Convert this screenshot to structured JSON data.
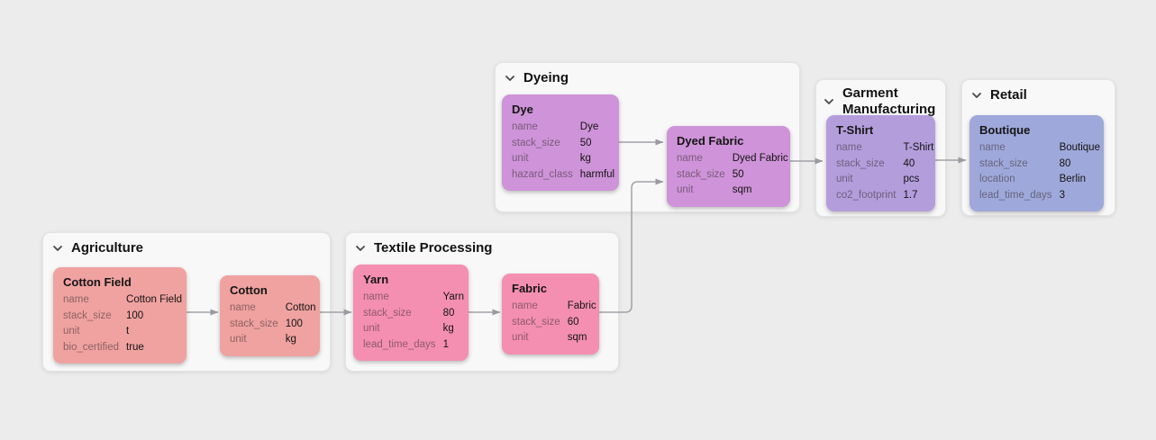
{
  "canvas": {
    "background": "#ececec",
    "edge_color": "#a1a1a7",
    "group_background": "#f8f8f8"
  },
  "groups": [
    {
      "title": "Agriculture"
    },
    {
      "title": "Textile Processing"
    },
    {
      "title": "Dyeing"
    },
    {
      "title": "Garment Manufacturing"
    },
    {
      "title": "Retail"
    }
  ],
  "nodes": [
    {
      "title": "Cotton Field",
      "color": "#efa2a0",
      "attributes": [
        {
          "key": "name",
          "value": "Cotton Field"
        },
        {
          "key": "stack_size",
          "value": "100"
        },
        {
          "key": "unit",
          "value": "t"
        },
        {
          "key": "bio_certified",
          "value": "true"
        }
      ]
    },
    {
      "title": "Cotton",
      "color": "#efa2a0",
      "attributes": [
        {
          "key": "name",
          "value": "Cotton"
        },
        {
          "key": "stack_size",
          "value": "100"
        },
        {
          "key": "unit",
          "value": "kg"
        }
      ]
    },
    {
      "title": "Yarn",
      "color": "#f48fb1",
      "attributes": [
        {
          "key": "name",
          "value": "Yarn"
        },
        {
          "key": "stack_size",
          "value": "80"
        },
        {
          "key": "unit",
          "value": "kg"
        },
        {
          "key": "lead_time_days",
          "value": "1"
        }
      ]
    },
    {
      "title": "Fabric",
      "color": "#f48fb1",
      "attributes": [
        {
          "key": "name",
          "value": "Fabric"
        },
        {
          "key": "stack_size",
          "value": "60"
        },
        {
          "key": "unit",
          "value": "sqm"
        }
      ]
    },
    {
      "title": "Dye",
      "color": "#ce93d8",
      "attributes": [
        {
          "key": "name",
          "value": "Dye"
        },
        {
          "key": "stack_size",
          "value": "50"
        },
        {
          "key": "unit",
          "value": "kg"
        },
        {
          "key": "hazard_class",
          "value": "harmful"
        }
      ]
    },
    {
      "title": "Dyed Fabric",
      "color": "#ce93d8",
      "attributes": [
        {
          "key": "name",
          "value": "Dyed Fabric"
        },
        {
          "key": "stack_size",
          "value": "50"
        },
        {
          "key": "unit",
          "value": "sqm"
        }
      ]
    },
    {
      "title": "T-Shirt",
      "color": "#b39ddb",
      "attributes": [
        {
          "key": "name",
          "value": "T-Shirt"
        },
        {
          "key": "stack_size",
          "value": "40"
        },
        {
          "key": "unit",
          "value": "pcs"
        },
        {
          "key": "co2_footprint",
          "value": "1.7"
        }
      ]
    },
    {
      "title": "Boutique",
      "color": "#9fa8da",
      "attributes": [
        {
          "key": "name",
          "value": "Boutique"
        },
        {
          "key": "stack_size",
          "value": "80"
        },
        {
          "key": "location",
          "value": "Berlin"
        },
        {
          "key": "lead_time_days",
          "value": "3"
        }
      ]
    }
  ],
  "edges": [
    {
      "from": "Cotton Field",
      "to": "Cotton"
    },
    {
      "from": "Cotton",
      "to": "Yarn"
    },
    {
      "from": "Yarn",
      "to": "Fabric"
    },
    {
      "from": "Fabric",
      "to": "Dyed Fabric"
    },
    {
      "from": "Dye",
      "to": "Dyed Fabric"
    },
    {
      "from": "Dyed Fabric",
      "to": "T-Shirt"
    },
    {
      "from": "T-Shirt",
      "to": "Boutique"
    }
  ]
}
